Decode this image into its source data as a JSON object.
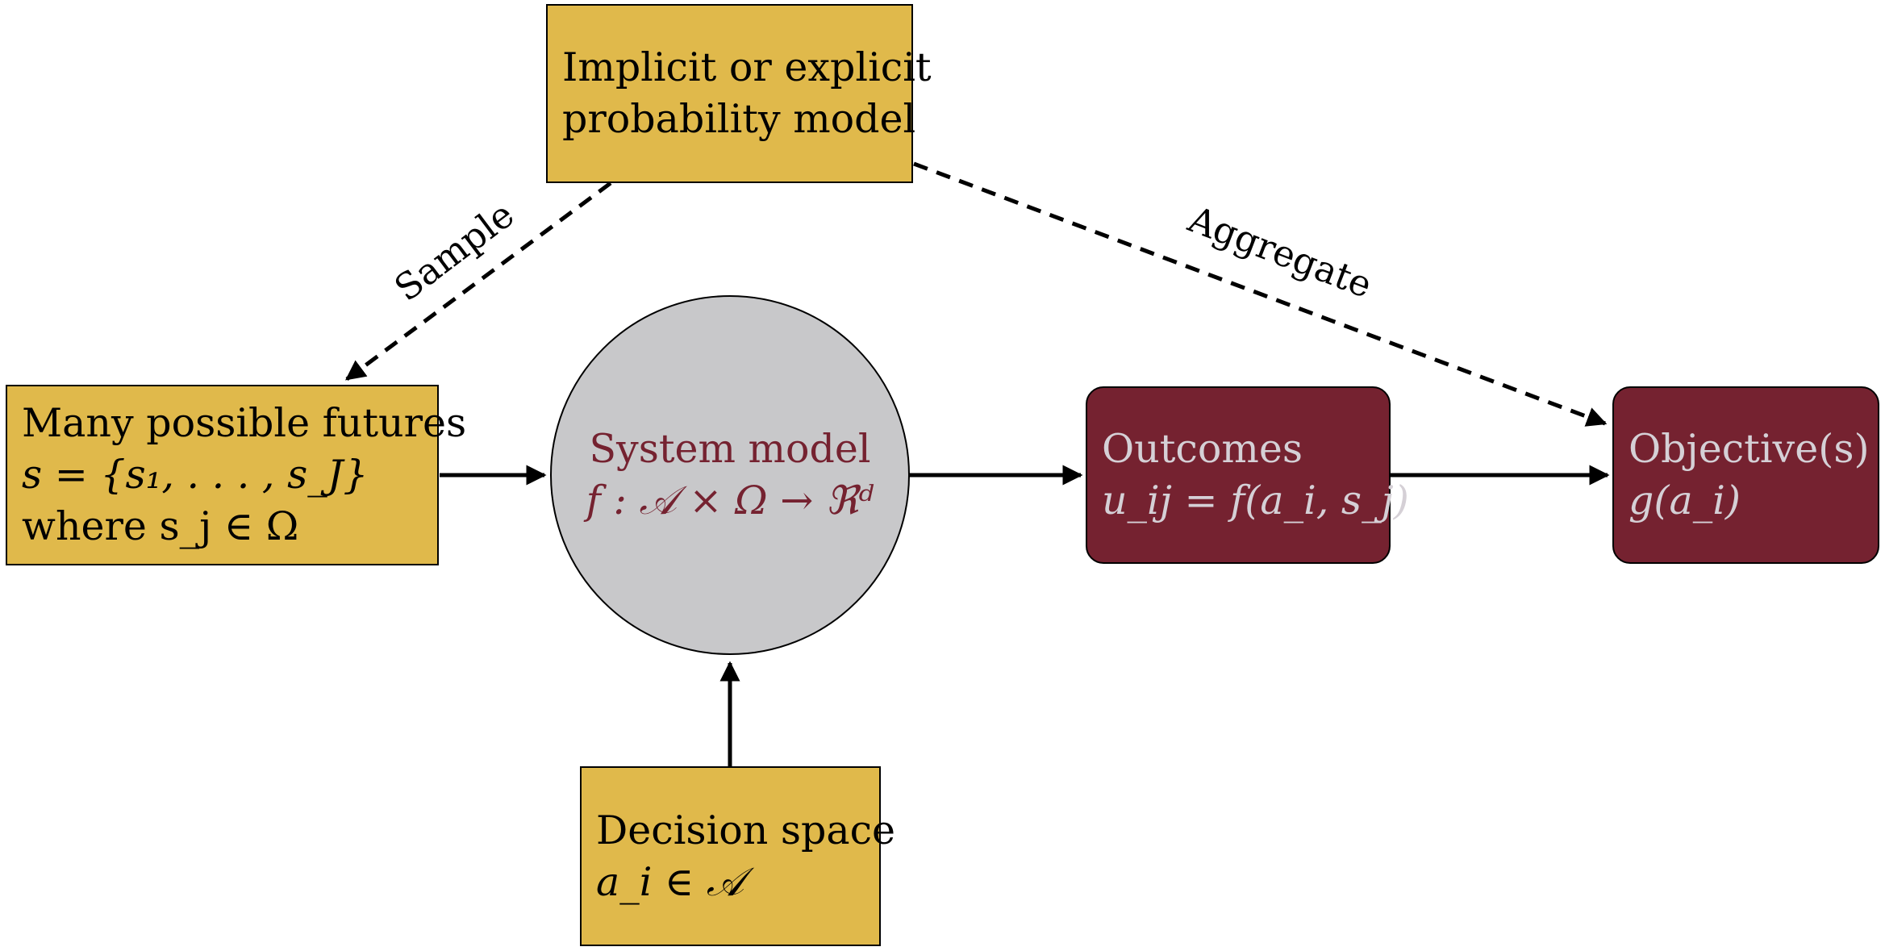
{
  "nodes": {
    "probability_model": {
      "lines": [
        "Implicit or explicit",
        "probability model"
      ]
    },
    "futures": {
      "title": "Many possible futures",
      "set_line": "s = {s₁, . . . , s_J}",
      "where_line": "where s_j ∈ Ω"
    },
    "system_model": {
      "title": "System model",
      "formula": "f : 𝒜 × Ω → ℜᵈ"
    },
    "outcomes": {
      "title": "Outcomes",
      "formula": "u_ij = f(a_i, s_j)"
    },
    "objectives": {
      "title": "Objective(s)",
      "formula": "g(a_i)"
    },
    "decision_space": {
      "title": "Decision space",
      "formula": "a_i ∈ 𝒜"
    }
  },
  "edge_labels": {
    "sample": "Sample",
    "aggregate": "Aggregate"
  },
  "colors": {
    "gold": "#e0b94b",
    "maroon": "#752230",
    "circle_fill": "#c8c8ca",
    "maroon_text": "#d5d0d6"
  }
}
